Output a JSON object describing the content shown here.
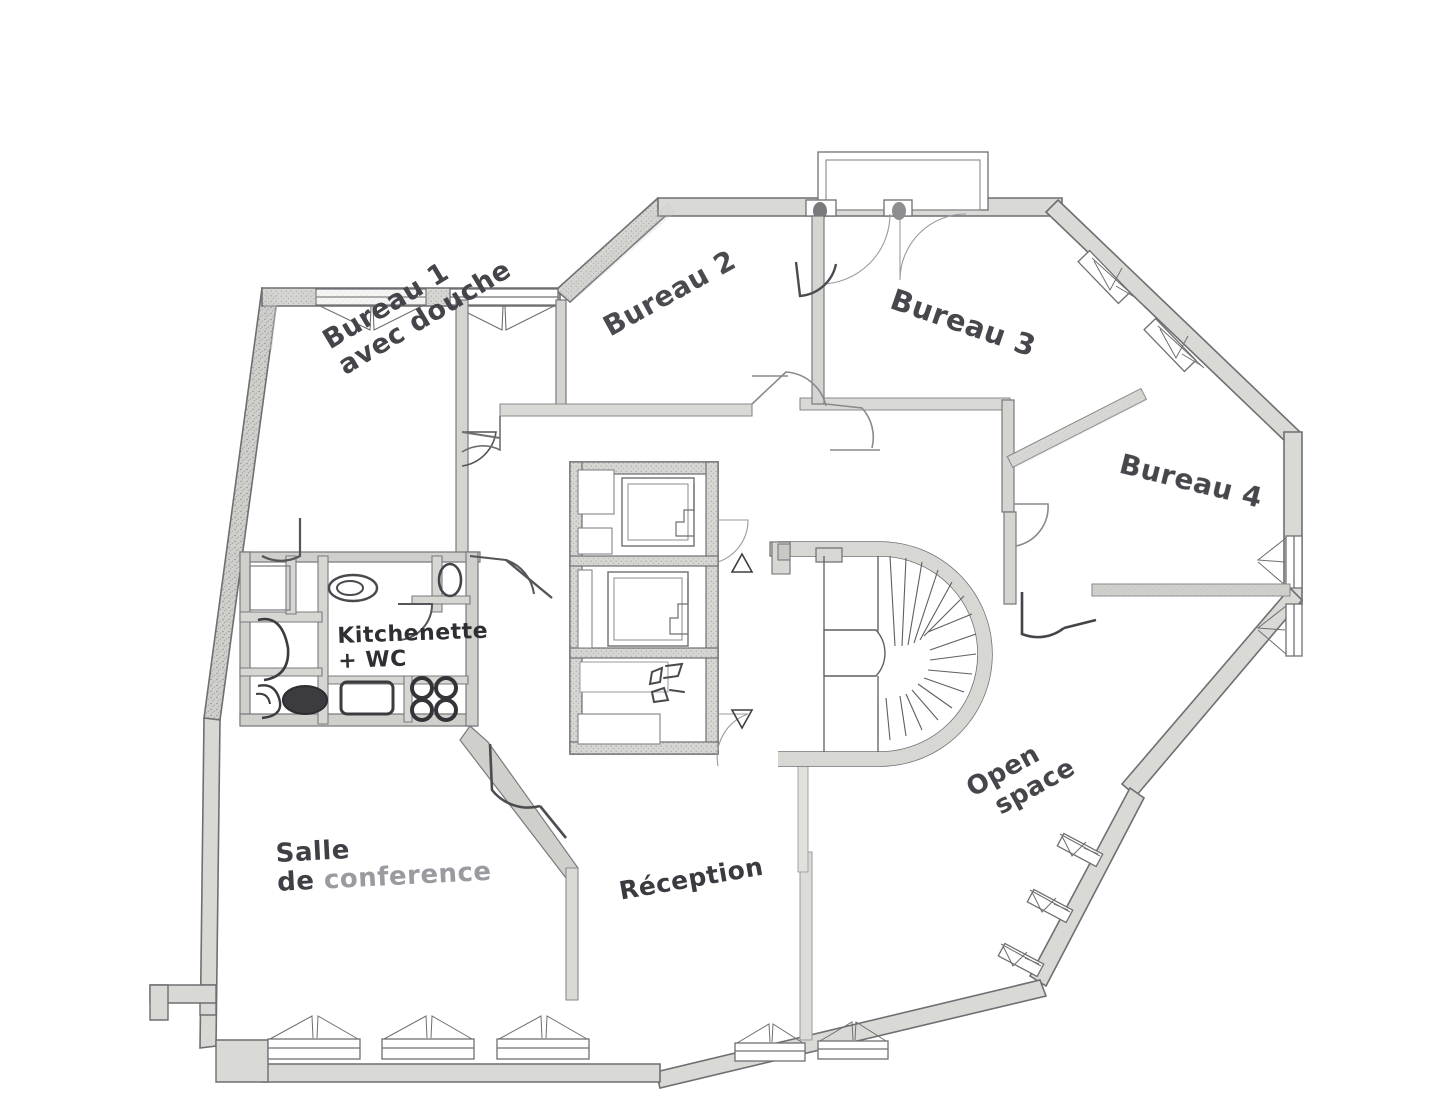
{
  "document": {
    "type": "architectural-floor-plan",
    "style": "scanned blueprint with handwritten annotations",
    "background_color": "#ffffff",
    "wall_color": "#c9c9c6",
    "line_color": "#6f6f72",
    "ink_color": "#3b3b40"
  },
  "rooms": [
    {
      "id": "bureau-1",
      "label": "Bureau 1\navec douche",
      "line1": "Bureau 1",
      "line2": "avec douche",
      "rotation_deg": -31
    },
    {
      "id": "bureau-2",
      "label": "Bureau 2",
      "rotation_deg": -29
    },
    {
      "id": "bureau-3",
      "label": "Bureau 3",
      "rotation_deg": 19
    },
    {
      "id": "bureau-4",
      "label": "Bureau 4",
      "rotation_deg": 14
    },
    {
      "id": "kitchenette-wc",
      "label": "Kitchenette\n+ WC",
      "line1": "Kitchenette",
      "line2": "+ WC",
      "rotation_deg": -2
    },
    {
      "id": "salle-de-conference",
      "label": "Salle\nde conference",
      "line1": "Salle",
      "line2_strong": "de ",
      "line2_faint": "conference",
      "rotation_deg": -3
    },
    {
      "id": "reception",
      "label": "Réception",
      "rotation_deg": -10
    },
    {
      "id": "open-space",
      "label": "Open\nspace",
      "line1": "Open",
      "line2": "space",
      "rotation_deg": -29
    }
  ],
  "fixtures": {
    "staircase": {
      "name": "curved-staircase",
      "tread_count": 18,
      "shape": "half-round spiral"
    },
    "elevators": [
      {
        "name": "elevator-upper",
        "indicator": "▲"
      },
      {
        "name": "elevator-lower",
        "indicator": "▼"
      }
    ],
    "kitchen": {
      "sink": "sink-basin",
      "stove_burners": 4,
      "counter": "counter-top"
    },
    "bathroom": {
      "toilets": 2,
      "shower": "shower-tray",
      "washbasin": "wash-basin"
    }
  },
  "symbols": {
    "elevator_up": "▲",
    "elevator_down": "▼"
  },
  "counts": {
    "windows": 19,
    "doors": 11,
    "offices": 4
  }
}
